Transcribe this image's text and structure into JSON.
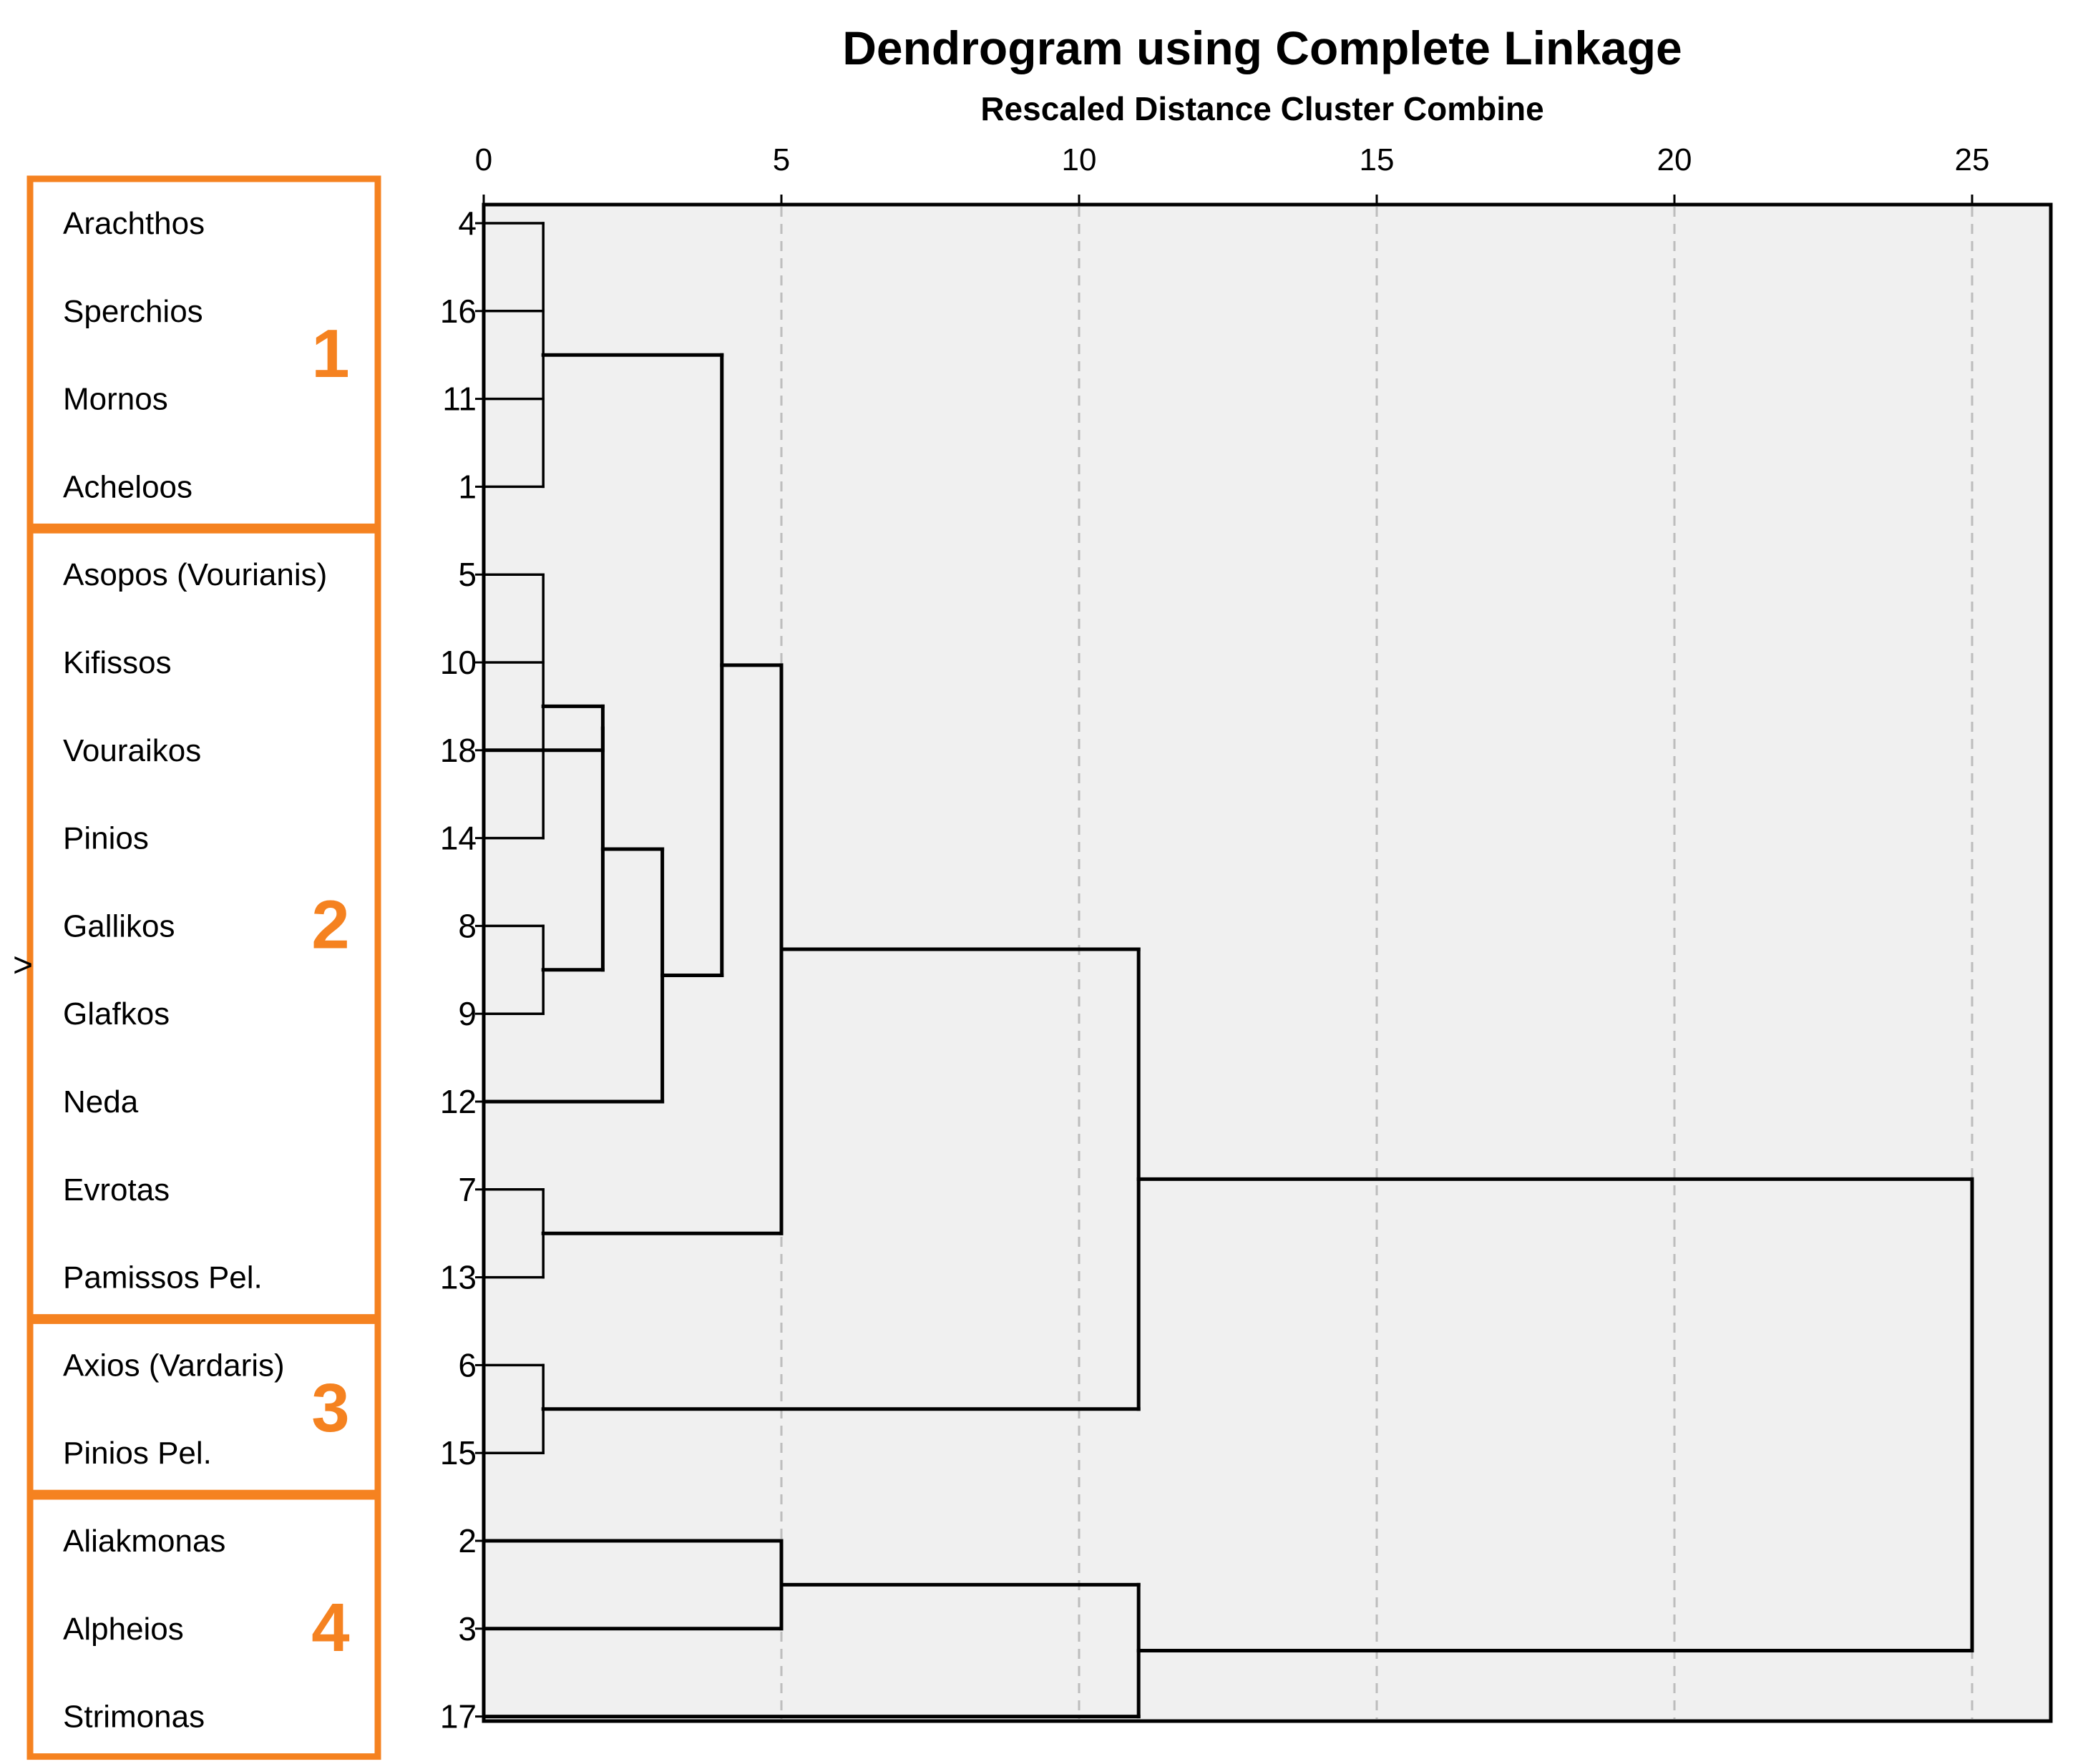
{
  "chart_data": {
    "type": "dendrogram",
    "title": "Dendrogram using Complete Linkage",
    "subtitle": "Rescaled Distance Cluster Combine",
    "xlim": [
      0,
      25
    ],
    "x_ticks": [
      "0",
      "5",
      "10",
      "15",
      "20",
      "25"
    ],
    "grid": true,
    "leaves": [
      {
        "id": "4",
        "label": "Arachthos"
      },
      {
        "id": "16",
        "label": "Sperchios"
      },
      {
        "id": "11",
        "label": "Mornos"
      },
      {
        "id": "1",
        "label": "Acheloos"
      },
      {
        "id": "5",
        "label": "Asopos (Vourianis)"
      },
      {
        "id": "10",
        "label": "Kifissos"
      },
      {
        "id": "18",
        "label": "Vouraikos"
      },
      {
        "id": "14",
        "label": "Pinios"
      },
      {
        "id": "8",
        "label": "Gallikos"
      },
      {
        "id": "9",
        "label": "Glafkos"
      },
      {
        "id": "12",
        "label": "Neda"
      },
      {
        "id": "7",
        "label": "Evrotas"
      },
      {
        "id": "13",
        "label": "Pamissos Pel."
      },
      {
        "id": "6",
        "label": "Axios (Vardaris)"
      },
      {
        "id": "15",
        "label": "Pinios Pel."
      },
      {
        "id": "2",
        "label": "Aliakmonas"
      },
      {
        "id": "3",
        "label": "Alpheios"
      },
      {
        "id": "17",
        "label": "Strimonas"
      }
    ],
    "merges": [
      {
        "dist": 1,
        "children": [
          [
            0,
            0
          ],
          [
            0,
            1
          ],
          [
            0,
            2
          ],
          [
            0,
            3
          ]
        ]
      },
      {
        "dist": 1,
        "children": [
          [
            0,
            4
          ],
          [
            0,
            5
          ],
          [
            0,
            7
          ]
        ]
      },
      {
        "dist": 1,
        "children": [
          [
            0,
            8
          ],
          [
            0,
            9
          ]
        ]
      },
      {
        "dist": 1,
        "children": [
          [
            0,
            11
          ],
          [
            0,
            12
          ]
        ]
      },
      {
        "dist": 1,
        "children": [
          [
            0,
            13
          ],
          [
            0,
            14
          ]
        ]
      },
      {
        "dist": 2,
        "children": [
          [
            0,
            6
          ],
          [
            1,
            1
          ]
        ]
      },
      {
        "dist": 2,
        "children": [
          [
            1,
            5
          ],
          [
            1,
            2
          ]
        ]
      },
      {
        "dist": 3,
        "children": [
          [
            1,
            6
          ],
          [
            0,
            10
          ]
        ]
      },
      {
        "dist": 4,
        "children": [
          [
            1,
            0
          ],
          [
            1,
            7
          ]
        ]
      },
      {
        "dist": 5,
        "children": [
          [
            1,
            8
          ],
          [
            1,
            3
          ]
        ]
      },
      {
        "dist": 5,
        "children": [
          [
            0,
            15
          ],
          [
            0,
            16
          ]
        ]
      },
      {
        "dist": 11,
        "children": [
          [
            1,
            9
          ],
          [
            1,
            4
          ]
        ]
      },
      {
        "dist": 11,
        "children": [
          [
            1,
            10
          ],
          [
            0,
            17
          ]
        ]
      },
      {
        "dist": 25,
        "children": [
          [
            1,
            11
          ],
          [
            1,
            12
          ]
        ]
      }
    ],
    "groups": [
      {
        "label": "1",
        "first_leaf": 0,
        "last_leaf": 3
      },
      {
        "label": "2",
        "first_leaf": 4,
        "last_leaf": 12
      },
      {
        "label": "3",
        "first_leaf": 13,
        "last_leaf": 14
      },
      {
        "label": "4",
        "first_leaf": 15,
        "last_leaf": 17
      }
    ],
    "colors": {
      "group_box": "#f58220",
      "plot_bg": "#f0f0f0",
      "grid": "#bdbdbd",
      "line": "#000000"
    }
  }
}
